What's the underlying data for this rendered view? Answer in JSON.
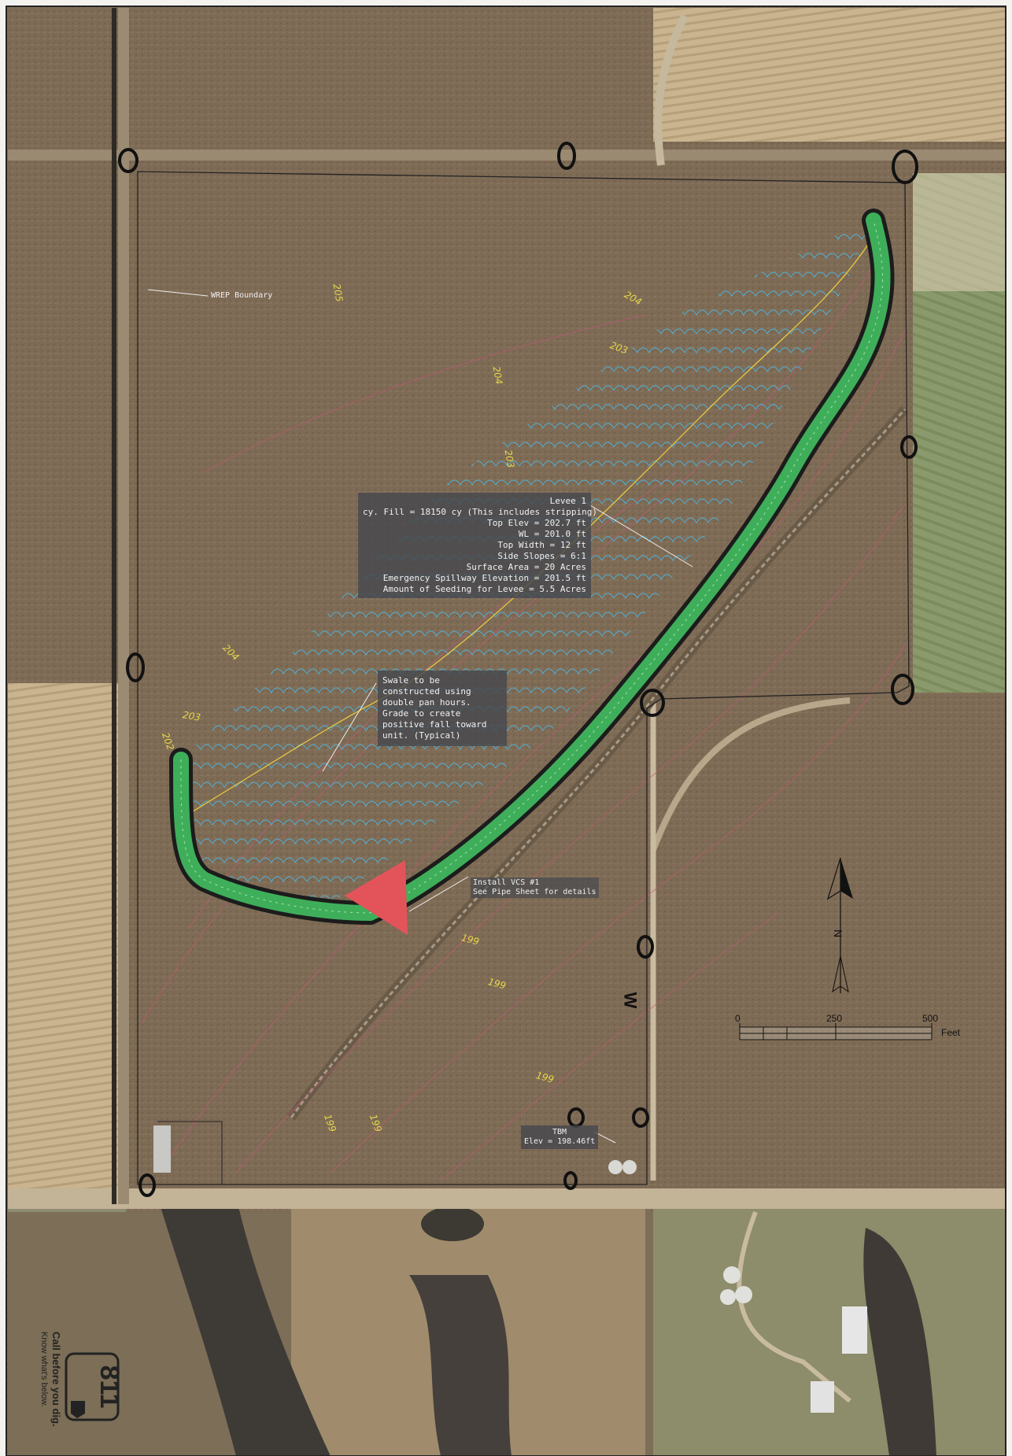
{
  "boundary_label": "WREP Boundary",
  "levee_info": {
    "lines": [
      "Levee 1",
      "cy. Fill = 18150 cy (This includes stripping)",
      "Top Elev = 202.7 ft",
      "WL = 201.0 ft",
      "Top Width = 12 ft",
      "Side Slopes = 6:1",
      "Surface Area = 20 Acres",
      "Emergency Spillway Elevation = 201.5 ft",
      "Amount of Seeding for Levee = 5.5 Acres"
    ]
  },
  "swale_note": {
    "lines": [
      "Swale to be",
      "constructed using",
      "double pan hours.",
      "Grade to create",
      "positive fall toward",
      "unit. (Typical)"
    ]
  },
  "vcs_note": {
    "lines": [
      "Install VCS #1",
      "See Pipe Sheet for details"
    ]
  },
  "tbm": {
    "lines": [
      "TBM",
      "Elev = 198.46ft"
    ]
  },
  "contour_labels": [
    "205",
    "204",
    "203",
    "204",
    "203",
    "204",
    "203",
    "202",
    "199",
    "199",
    "199",
    "199",
    "199"
  ],
  "scale_bar": {
    "ticks": [
      "0",
      "250",
      "500"
    ],
    "unit": "Feet"
  },
  "north_arrow_letter": "N",
  "ditch_letter": "W",
  "logo": {
    "number": "811",
    "tagline_1": "Know what's below.",
    "tagline_2": "Call before you dig."
  },
  "colors": {
    "levee_fill": "#3fae5a",
    "levee_outline": "#1c1c1c",
    "vcs_marker": "#e3545a",
    "water_hatch": "#4fb0d6",
    "contour": "#c0567a",
    "contour_label": "#e6d84a",
    "boundary_line": "#222222"
  }
}
